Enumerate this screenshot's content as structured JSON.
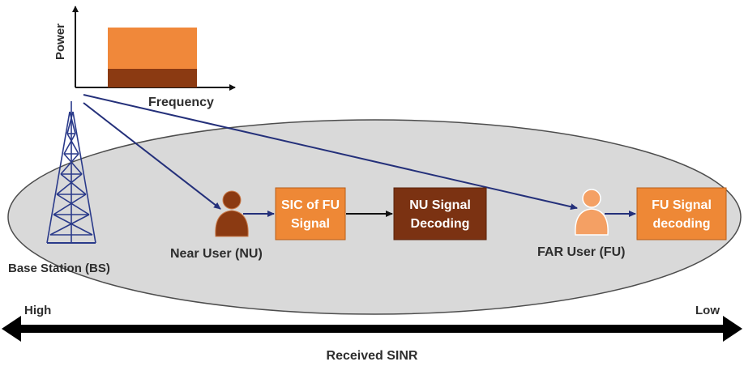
{
  "spectrum": {
    "y_label": "Power",
    "x_label": "Frequency"
  },
  "base_station": {
    "label": "Base Station (BS)"
  },
  "near_user": {
    "label": "Near User (NU)"
  },
  "far_user": {
    "label": "FAR User (FU)"
  },
  "blocks": {
    "sic": {
      "line1": "SIC of FU",
      "line2": "Signal"
    },
    "nu_decoding": {
      "line1": "NU Signal",
      "line2": "Decoding"
    },
    "fu_decoding": {
      "line1": "FU Signal",
      "line2": "decoding"
    }
  },
  "sinr_axis": {
    "left": "High",
    "right": "Low",
    "caption": "Received SINR"
  },
  "colors": {
    "far_user_power": "#f0883a",
    "near_user_power": "#8b3a12",
    "block_orange": "#ee8836",
    "block_brown": "#7b3212",
    "link_arrow": "#24307a",
    "coverage_ellipse": "#d9d9d9"
  }
}
